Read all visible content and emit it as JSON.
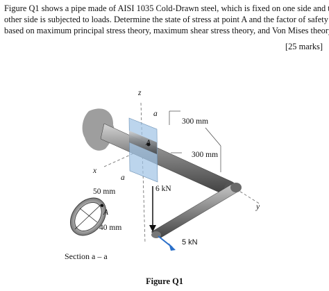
{
  "problem": {
    "lines": [
      "Figure Q1 shows a pipe made of AISI 1035 Cold-Drawn steel, which is fixed on one side and the",
      "other side is subjected to loads. Determine the state of stress at point A and the factor of safety",
      "based on maximum principal stress theory, maximum shear stress theory, and Von Mises theory."
    ],
    "marks": "[25 marks]"
  },
  "figure": {
    "axis_z": "z",
    "axis_x": "x",
    "axis_y": "y",
    "section_a_top": "a",
    "section_a_bottom": "a",
    "point_A": "A",
    "dim_1": "300 mm",
    "dim_2": "300 mm",
    "force_1": "6 kN",
    "force_2": "5 kN",
    "section_outer": "50 mm",
    "section_inner": "40 mm",
    "section_point": "A",
    "section_caption": "Section a – a",
    "caption": "Figure Q1"
  }
}
